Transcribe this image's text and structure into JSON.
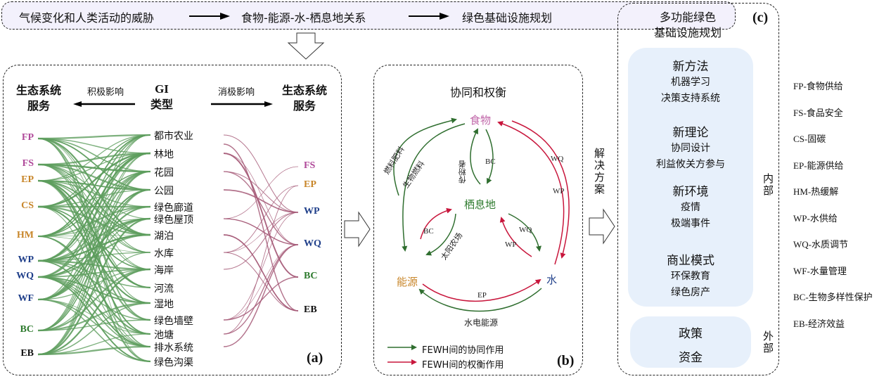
{
  "banner": {
    "steps": [
      "气候变化和人类活动的威胁",
      "食物-能源-水-栖息地关系",
      "绿色基础设施规划"
    ]
  },
  "panel_a": {
    "label": "(a)",
    "left_header": "生态系统\n服务",
    "left_header_l1": "生态系统",
    "left_header_l2": "服务",
    "positive": "积极影响",
    "center_header_l1": "GI",
    "center_header_l2": "类型",
    "negative": "消极影响",
    "right_header_l1": "生态系统",
    "right_header_l2": "服务",
    "left_services": [
      {
        "code": "FP",
        "color": "#b04a9a"
      },
      {
        "code": "FS",
        "color": "#b04a9a"
      },
      {
        "code": "EP",
        "color": "#c8862a"
      },
      {
        "code": "CS",
        "color": "#c8862a"
      },
      {
        "code": "HM",
        "color": "#c8862a"
      },
      {
        "code": "WP",
        "color": "#1f3f8a"
      },
      {
        "code": "WQ",
        "color": "#1f3f8a"
      },
      {
        "code": "WF",
        "color": "#1f3f8a"
      },
      {
        "code": "BC",
        "color": "#2d7a2d"
      },
      {
        "code": "EB",
        "color": "#111111"
      }
    ],
    "gi_types": [
      "都市农业",
      "林地",
      "花园",
      "公园",
      "绿色廊道",
      "绿色屋顶",
      "湖泊",
      "水库",
      "海岸",
      "河流",
      "湿地",
      "绿色墙壁",
      "池塘",
      "排水系统",
      "绿色沟渠"
    ],
    "right_services": [
      {
        "code": "FS",
        "color": "#b04a9a"
      },
      {
        "code": "EP",
        "color": "#c8862a"
      },
      {
        "code": "WP",
        "color": "#1f3f8a"
      },
      {
        "code": "WQ",
        "color": "#1f3f8a"
      },
      {
        "code": "BC",
        "color": "#2d7a2d"
      },
      {
        "code": "EB",
        "color": "#111111"
      }
    ],
    "positive_color": "#5e9e5e",
    "negative_color": "#a65a78"
  },
  "panel_b": {
    "label": "(b)",
    "title": "协同和权衡",
    "nodes": {
      "food": {
        "text": "食物",
        "color": "#c065a8"
      },
      "habitat": {
        "text": "栖息地",
        "color": "#2d7a2d"
      },
      "energy": {
        "text": "能源",
        "color": "#c8862a"
      },
      "water": {
        "text": "水",
        "color": "#1f3f8a"
      }
    },
    "edge_labels": {
      "fuel_fertilizer": "燃料肥料",
      "biofuel": "生物燃料",
      "pollinator": "传粉者",
      "bc_top": "BC",
      "wq_right": "WQ",
      "wp_right": "WP",
      "bc_left": "BC",
      "solar_farm": "太阳农场",
      "wq_inner": "WQ",
      "wp_inner": "WP",
      "ep": "EP",
      "hydropower": "水电能源"
    },
    "legend": [
      {
        "text": "FEWH间的协同作用",
        "color": "#2f6e2f"
      },
      {
        "text": "FEWH间的权衡作用",
        "color": "#c8163c"
      }
    ]
  },
  "solution_label": "解决方案",
  "panel_c": {
    "label": "(c)",
    "title_l1": "多功能绿色",
    "title_l2": "基础设施规划",
    "internal_label": "内部",
    "external_label": "外部",
    "groups": [
      {
        "title": "新方法",
        "items": [
          "机器学习",
          "决策支持系统"
        ]
      },
      {
        "title": "新理论",
        "items": [
          "协同设计",
          "利益攸关方参与"
        ]
      },
      {
        "title": "新环境",
        "items": [
          "疫情",
          "极端事件"
        ]
      },
      {
        "title": "商业模式",
        "items": [
          "环保教育",
          "绿色房产"
        ]
      }
    ],
    "external_items": [
      "政策",
      "资金"
    ]
  },
  "abbreviations": [
    "FP-食物供给",
    "FS-食品安全",
    "CS-固碳",
    "EP-能源供给",
    "HM-热缓解",
    "WP-水供给",
    "WQ-水质调节",
    "WF-水量管理",
    "BC-生物多样性保护",
    "EB-经济效益"
  ]
}
